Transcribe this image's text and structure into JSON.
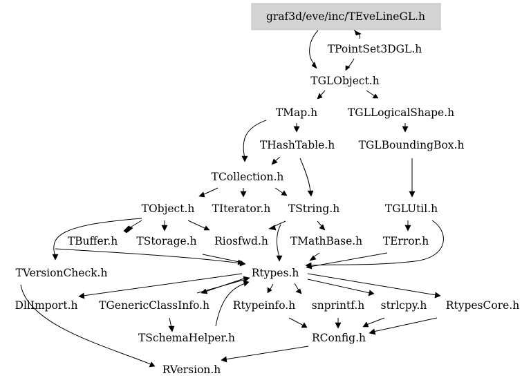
{
  "nodes": {
    "root": "graf3d/eve/inc/TEveLineGL.h",
    "tpointset3dgl": "TPointSet3DGL.h",
    "tglobject": "TGLObject.h",
    "tmap": "TMap.h",
    "tgllogicalshape": "TGLLogicalShape.h",
    "thashtable": "THashTable.h",
    "tglboundingbox": "TGLBoundingBox.h",
    "tcollection": "TCollection.h",
    "tobject": "TObject.h",
    "titerator": "TIterator.h",
    "tstring": "TString.h",
    "tglutil": "TGLUtil.h",
    "tbuffer": "TBuffer.h",
    "tstorage": "TStorage.h",
    "riosfwd": "Riosfwd.h",
    "tmathbase": "TMathBase.h",
    "terror": "TError.h",
    "tversioncheck": "TVersionCheck.h",
    "rtypes": "Rtypes.h",
    "dllimport": "DllImport.h",
    "tgenericclassinfo": "TGenericClassInfo.h",
    "rtypeinfo": "Rtypeinfo.h",
    "snprintf": "snprintf.h",
    "strlcpy": "strlcpy.h",
    "rtypescore": "RtypesCore.h",
    "tschemahelper": "TSchemaHelper.h",
    "rconfig": "RConfig.h",
    "rversion": "RVersion.h"
  }
}
